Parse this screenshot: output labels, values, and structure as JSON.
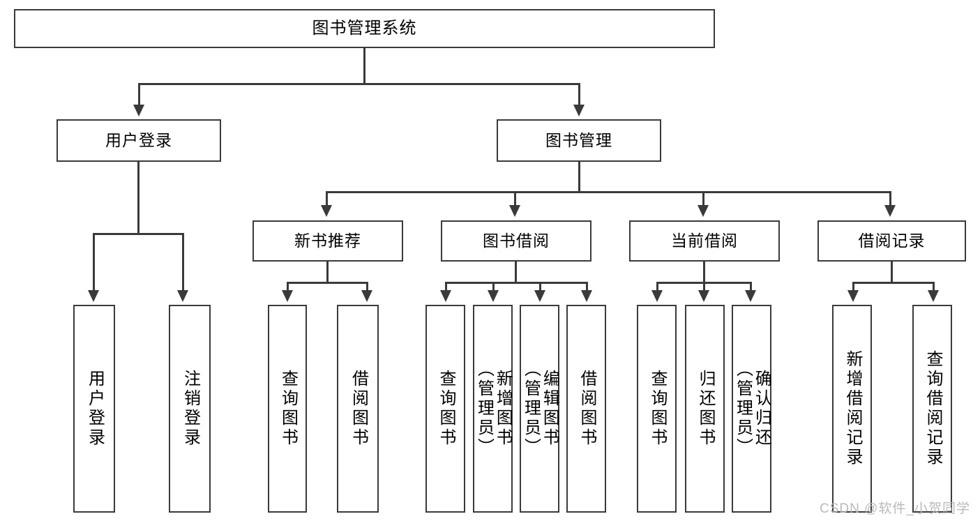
{
  "diagram": {
    "type": "tree",
    "title": "图书管理系统",
    "watermark": "CSDN @软件_小贺同学",
    "colors": {
      "box_border": "#3a3a3a",
      "box_fill": "#ffffff",
      "text": "#000000",
      "connector": "#3a3a3a",
      "watermark": "#b9b9b9"
    },
    "nodes": {
      "root": {
        "label": "图书管理系统",
        "level": 1
      },
      "l2": [
        {
          "id": "user-login",
          "label": "用户登录",
          "level": 2
        },
        {
          "id": "book-management",
          "label": "图书管理",
          "level": 2
        }
      ],
      "l3": [
        {
          "id": "new-book-recommend",
          "label": "新书推荐",
          "level": 3,
          "parent": "book-management"
        },
        {
          "id": "book-borrow",
          "label": "图书借阅",
          "level": 3,
          "parent": "book-management"
        },
        {
          "id": "current-borrow",
          "label": "当前借阅",
          "level": 3,
          "parent": "book-management"
        },
        {
          "id": "borrow-record",
          "label": "借阅记录",
          "level": 3,
          "parent": "book-management"
        }
      ],
      "leaves": [
        {
          "id": "leaf-user-login",
          "label": "用户登录",
          "parent": "user-login"
        },
        {
          "id": "leaf-user-logout",
          "label": "注销登录",
          "parent": "user-login"
        },
        {
          "id": "leaf-rec-query-book",
          "label": "查询图书",
          "parent": "new-book-recommend"
        },
        {
          "id": "leaf-rec-borrow-book",
          "label": "借阅图书",
          "parent": "new-book-recommend"
        },
        {
          "id": "leaf-bb-query-book",
          "label": "查询图书",
          "parent": "book-borrow"
        },
        {
          "id": "leaf-bb-add-book",
          "label": "新增图书\n（管理员）",
          "parent": "book-borrow"
        },
        {
          "id": "leaf-bb-edit-book",
          "label": "编辑图书\n（管理员）",
          "parent": "book-borrow"
        },
        {
          "id": "leaf-bb-borrow-book",
          "label": "借阅图书",
          "parent": "book-borrow"
        },
        {
          "id": "leaf-cb-query-book",
          "label": "查询图书",
          "parent": "current-borrow"
        },
        {
          "id": "leaf-cb-return-book",
          "label": "归还图书",
          "parent": "current-borrow"
        },
        {
          "id": "leaf-cb-confirm-return",
          "label": "确认归还\n（管理员）",
          "parent": "current-borrow"
        },
        {
          "id": "leaf-br-add-record",
          "label": "新增借阅记录",
          "parent": "borrow-record"
        },
        {
          "id": "leaf-br-query-record",
          "label": "查询借阅记录",
          "parent": "borrow-record"
        }
      ]
    }
  }
}
